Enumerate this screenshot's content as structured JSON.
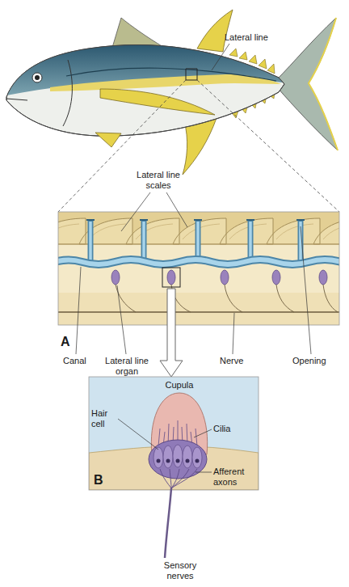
{
  "diagram": {
    "labels": [
      "Lateral line",
      "Lateral line scales",
      "A",
      "Canal",
      "Lateral line organ",
      "Nerve",
      "Opening",
      "Cupula",
      "Hair cell",
      "Cilia",
      "Afferent axons",
      "B",
      "Sensory nerves"
    ]
  }
}
